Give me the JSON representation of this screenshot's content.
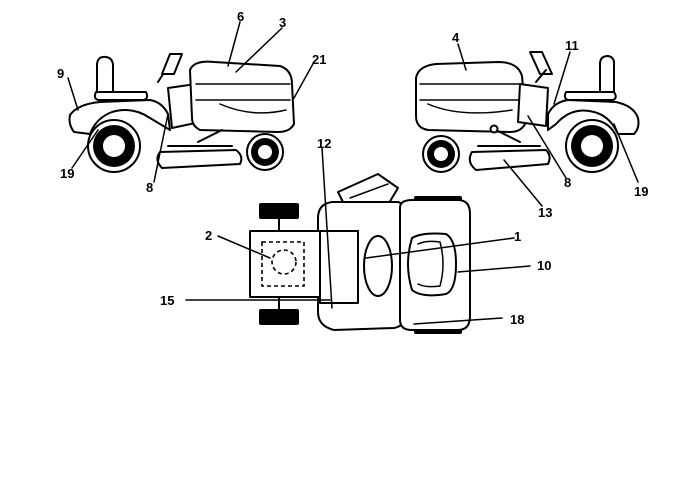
{
  "diagram": {
    "callouts": {
      "c1": "1",
      "c2": "2",
      "c3": "3",
      "c4": "4",
      "c6": "6",
      "c8_left": "8",
      "c8_right": "8",
      "c9": "9",
      "c10": "10",
      "c11": "11",
      "c12": "12",
      "c13": "13",
      "c15": "15",
      "c18": "18",
      "c19_left": "19",
      "c19_right": "19",
      "c21": "21"
    },
    "colors": {
      "line": "#000000",
      "background": "#ffffff"
    }
  }
}
